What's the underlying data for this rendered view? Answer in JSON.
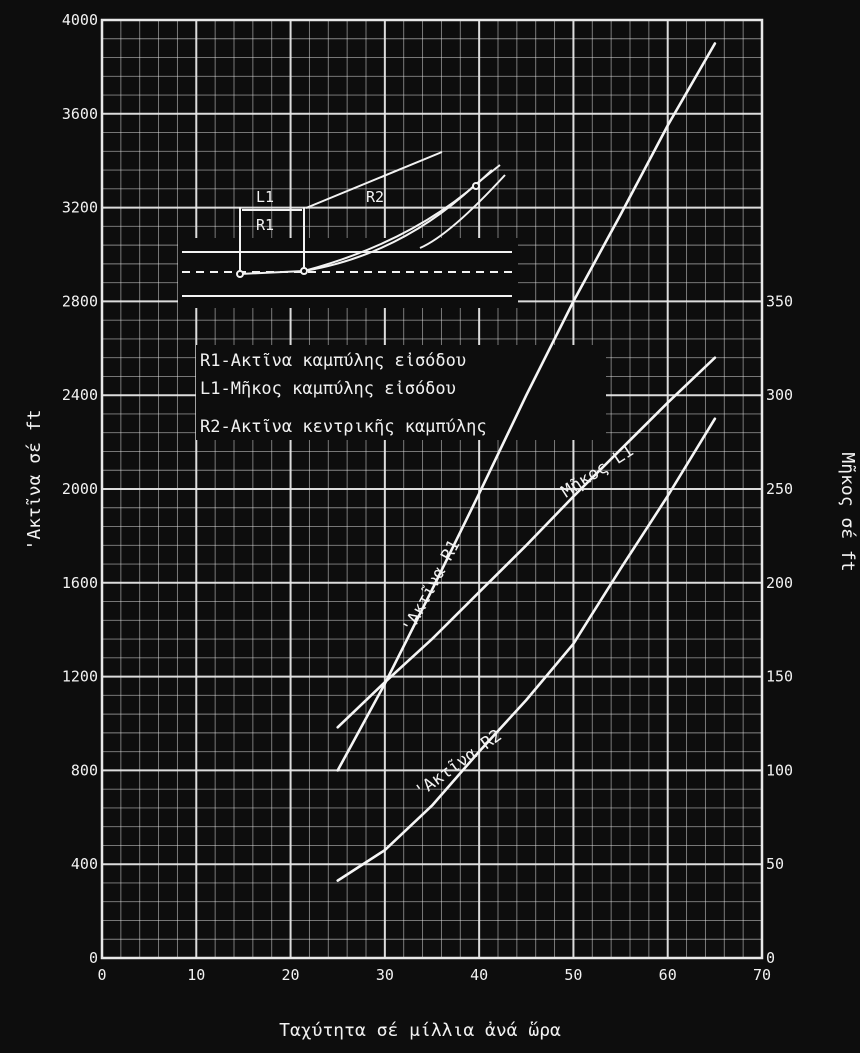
{
  "chart_data": {
    "type": "line",
    "xlabel": "Ταχύτητα σέ μίλλια ἀνά ὥρα",
    "ylabel_left": "'Ακτῖνα σέ ft",
    "ylabel_right": "Μῆκος σέ ft",
    "xlim": [
      0,
      70
    ],
    "ylim_left": [
      0,
      4000
    ],
    "ylim_right": [
      0,
      500
    ],
    "grid": true,
    "x_ticks": [
      "0",
      "10",
      "20",
      "30",
      "40",
      "50",
      "60",
      "70"
    ],
    "y_ticks_left": [
      "0",
      "400",
      "800",
      "1200",
      "1600",
      "2000",
      "2400",
      "2800",
      "3200",
      "3600",
      "4000"
    ],
    "y_ticks_right": [
      "0",
      "50",
      "100",
      "150",
      "200",
      "250",
      "300",
      "350"
    ],
    "legend": {
      "placement": "top-left",
      "entries": [
        {
          "symbol": "R1",
          "text": "-Ακτῖνα καμπύλης εἰσόδου"
        },
        {
          "symbol": "L1",
          "text": "-Μῆκος καμπύλης εἰσόδου"
        },
        {
          "symbol": "R2",
          "text": "-Ακτῖνα κεντρικῆς καμπύλης"
        }
      ]
    },
    "inset": {
      "L1": "L1",
      "R1": "R1",
      "R2": "R2"
    },
    "series": [
      {
        "name": "'Ακτῖνα R1",
        "axis": "left",
        "x": [
          25,
          30,
          35,
          40,
          45,
          50,
          55,
          60,
          65
        ],
        "y": [
          800,
          1170,
          1570,
          1980,
          2400,
          2800,
          3170,
          3550,
          3900
        ]
      },
      {
        "name": "Μῆκος L1",
        "axis": "right",
        "x": [
          25,
          30,
          35,
          40,
          45,
          50,
          55,
          60,
          65
        ],
        "y": [
          123,
          147,
          170,
          195,
          220,
          246,
          271,
          296,
          320
        ]
      },
      {
        "name": "'Ακτῖνα R2",
        "axis": "left",
        "x": [
          25,
          30,
          35,
          40,
          45,
          50,
          55,
          60,
          65
        ],
        "y": [
          330,
          460,
          650,
          880,
          1100,
          1340,
          1660,
          1970,
          2300
        ]
      }
    ]
  }
}
